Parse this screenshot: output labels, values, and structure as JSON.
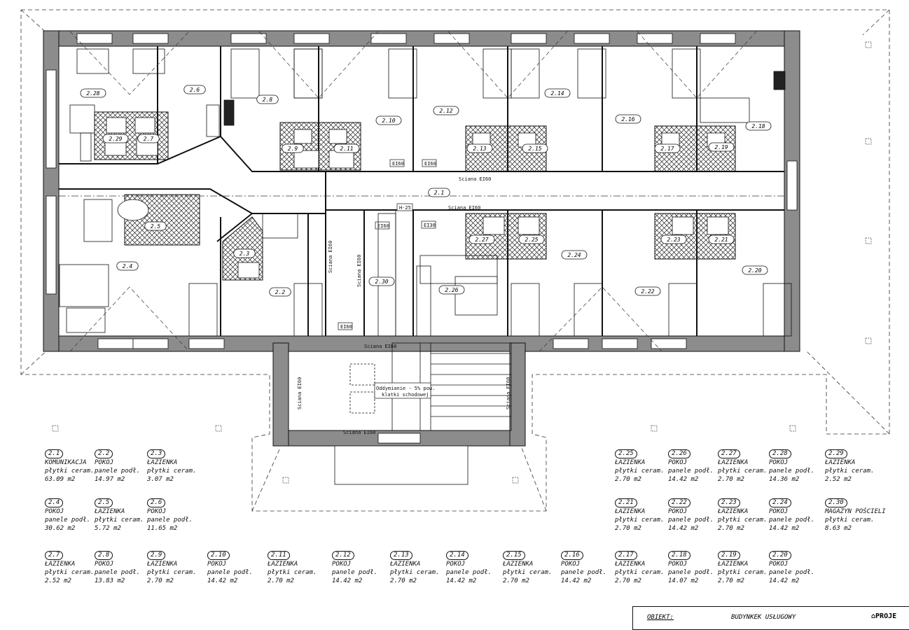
{
  "room_legend": [
    {
      "id": "2.1",
      "name": "KOMUNIKACJA",
      "finish": "płytki ceram.",
      "area": "63.09 m2"
    },
    {
      "id": "2.2",
      "name": "POKOJ",
      "finish": "panele podł.",
      "area": "14.97 m2"
    },
    {
      "id": "2.3",
      "name": "ŁAZIENKA",
      "finish": "płytki ceram.",
      "area": "3.07 m2"
    },
    {
      "id": "2.4",
      "name": "POKOJ",
      "finish": "panele podł.",
      "area": "30.62 m2"
    },
    {
      "id": "2.5",
      "name": "ŁAZIENKA",
      "finish": "płytki ceram.",
      "area": "5.72 m2"
    },
    {
      "id": "2.6",
      "name": "POKOJ",
      "finish": "panele podł.",
      "area": "11.65 m2"
    },
    {
      "id": "2.7",
      "name": "ŁAZIENKA",
      "finish": "płytki ceram.",
      "area": "2.52 m2"
    },
    {
      "id": "2.8",
      "name": "POKOJ",
      "finish": "panele podł.",
      "area": "13.83 m2"
    },
    {
      "id": "2.9",
      "name": "ŁAZIENKA",
      "finish": "płytki ceram.",
      "area": "2.70 m2"
    },
    {
      "id": "2.10",
      "name": "POKOJ",
      "finish": "panele podł.",
      "area": "14.42 m2"
    },
    {
      "id": "2.11",
      "name": "ŁAZIENKA",
      "finish": "płytki ceram.",
      "area": "2.70 m2"
    },
    {
      "id": "2.12",
      "name": "POKOJ",
      "finish": "panele podł.",
      "area": "14.42 m2"
    },
    {
      "id": "2.13",
      "name": "ŁAZIENKA",
      "finish": "płytki ceram.",
      "area": "2.70 m2"
    },
    {
      "id": "2.14",
      "name": "POKOJ",
      "finish": "panele podł.",
      "area": "14.42 m2"
    },
    {
      "id": "2.15",
      "name": "ŁAZIENKA",
      "finish": "płytki ceram.",
      "area": "2.70 m2"
    },
    {
      "id": "2.16",
      "name": "POKOJ",
      "finish": "panele podł.",
      "area": "14.42 m2"
    },
    {
      "id": "2.17",
      "name": "ŁAZIENKA",
      "finish": "płytki ceram.",
      "area": "2.70 m2"
    },
    {
      "id": "2.18",
      "name": "POKOJ",
      "finish": "panele podł.",
      "area": "14.07 m2"
    },
    {
      "id": "2.19",
      "name": "ŁAZIENKA",
      "finish": "płytki ceram.",
      "area": "2.70 m2"
    },
    {
      "id": "2.20",
      "name": "POKOJ",
      "finish": "panele podł.",
      "area": "14.42 m2"
    },
    {
      "id": "2.21",
      "name": "ŁAZIENKA",
      "finish": "płytki ceram.",
      "area": "2.70 m2"
    },
    {
      "id": "2.22",
      "name": "POKOJ",
      "finish": "panele podł.",
      "area": "14.42 m2"
    },
    {
      "id": "2.23",
      "name": "ŁAZIENKA",
      "finish": "płytki ceram.",
      "area": "2.70 m2"
    },
    {
      "id": "2.24",
      "name": "POKOJ",
      "finish": "panele podł.",
      "area": "14.42 m2"
    },
    {
      "id": "2.25",
      "name": "ŁAZIENKA",
      "finish": "płytki ceram.",
      "area": "2.70 m2"
    },
    {
      "id": "2.26",
      "name": "POKOJ",
      "finish": "panele podł.",
      "area": "14.42 m2"
    },
    {
      "id": "2.27",
      "name": "ŁAZIENKA",
      "finish": "płytki ceram.",
      "area": "2.70 m2"
    },
    {
      "id": "2.28",
      "name": "POKOJ",
      "finish": "panele podł.",
      "area": "14.36 m2"
    },
    {
      "id": "2.29",
      "name": "ŁAZIENKA",
      "finish": "płytki ceram.",
      "area": "2.52 m2"
    },
    {
      "id": "2.30",
      "name": "MAGAZYN POŚCIELI",
      "finish": "płytki ceram.",
      "area": "8.63 m2"
    }
  ],
  "room_tags": [
    "2.1",
    "2.2",
    "2.3",
    "2.4",
    "2.5",
    "2.6",
    "2.7",
    "2.8",
    "2.9",
    "2.10",
    "2.11",
    "2.12",
    "2.13",
    "2.14",
    "2.15",
    "2.16",
    "2.17",
    "2.18",
    "2.19",
    "2.20",
    "2.21",
    "2.22",
    "2.23",
    "2.24",
    "2.25",
    "2.26",
    "2.27",
    "2.28",
    "2.29",
    "2.30"
  ],
  "wall_labels": {
    "wall_ei60": "Ściana EI60",
    "wall_ei60_short": "Sciana EI60",
    "door_ei60": "EI60",
    "door_ei30": "EI30",
    "shaft": "H-25",
    "smoke_vent_1": "Oddymianie - 5% pow.",
    "smoke_vent_2": "klatki schodowej"
  },
  "title_block": {
    "label": "OBIEKT:",
    "value": "BUDYNKEK USŁUGOWY",
    "logo_text": "PROJE"
  },
  "colors": {
    "ink": "#111111",
    "wall_fill": "#8c8c8c",
    "hatch": "#222222"
  }
}
